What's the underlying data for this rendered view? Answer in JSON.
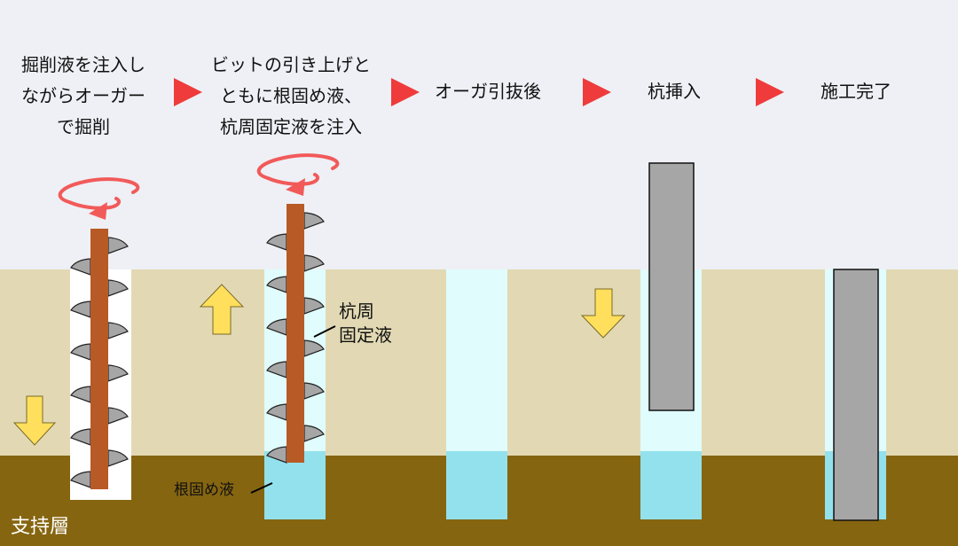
{
  "steps": [
    {
      "label_lines": [
        "掘削液を注入し",
        "ながらオーガー",
        "で掘削"
      ]
    },
    {
      "label_lines": [
        "ビットの引き上げと",
        "ともに根固め液、",
        "杭周固定液を注入"
      ]
    },
    {
      "label_lines": [
        "オーガ引抜後"
      ]
    },
    {
      "label_lines": [
        "杭挿入"
      ]
    },
    {
      "label_lines": [
        "施工完了"
      ]
    }
  ],
  "callouts": {
    "pile_fixing_fluid": [
      "杭周",
      "固定液"
    ],
    "root_solidification_fluid": "根固め液"
  },
  "layers": {
    "bearing_layer": "支持層"
  },
  "colors": {
    "sky": "#eef0f5",
    "upper_soil": "#e2d9b4",
    "bearing_layer": "#866510",
    "borehole_white": "#ffffff",
    "fixing_fluid": "#e0fcfd",
    "root_fluid": "#93e1ec",
    "auger_shaft": "#b85a25",
    "auger_flight": "#a6a6a6",
    "pile": "#a6a6a6",
    "step_arrow": "#ef3b3b",
    "rotation_arrow": "#f25a5a",
    "motion_arrow": "#ffdf5c"
  },
  "icons": {
    "step_arrow": "right-triangle-icon",
    "rotation": "rotation-arrow-icon",
    "down": "down-arrow-icon",
    "up": "up-arrow-icon"
  }
}
